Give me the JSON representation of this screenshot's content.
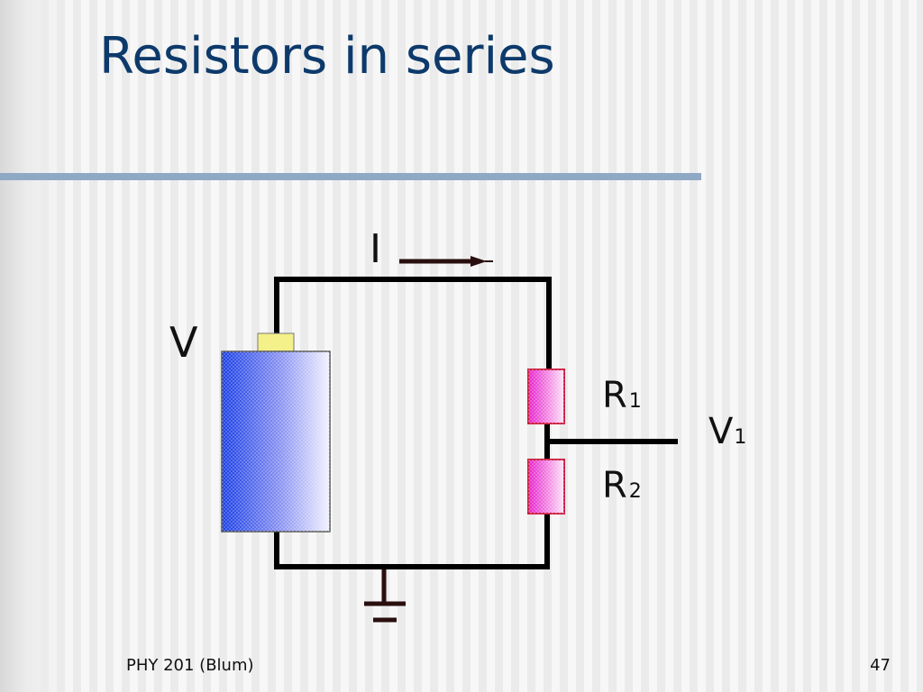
{
  "slide": {
    "title": "Resistors in series",
    "footer_left": "PHY 201 (Blum)",
    "page_number": "47"
  },
  "diagram": {
    "current_label": "I",
    "battery_label": "V",
    "resistor1_label": "R",
    "resistor1_subscript": "1",
    "resistor2_label": "R",
    "resistor2_subscript": "2",
    "junction_label": "V",
    "junction_subscript": "1",
    "colors": {
      "wire": "#000000",
      "battery_dark": "#1a3fe6",
      "battery_light": "#f2f2ff",
      "battery_terminal": "#f4f08a",
      "resistor_dark": "#e41ecb",
      "resistor_light": "#fbe6f8",
      "resistor_border": "#cc2244",
      "arrow": "#2a0f0f",
      "title_rule": "#8fa9c4",
      "title_text": "#0d3a6b"
    }
  }
}
